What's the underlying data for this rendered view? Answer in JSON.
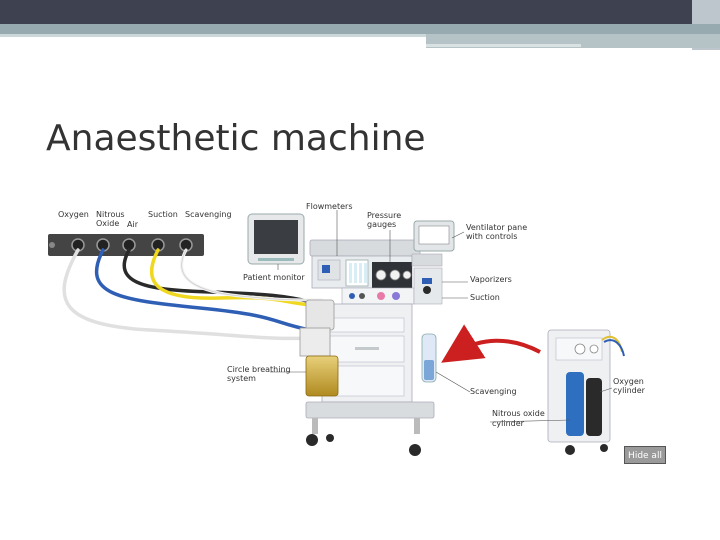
{
  "slide": {
    "title": "Anaesthetic machine"
  },
  "diagram": {
    "labels": {
      "oxygen": "Oxygen",
      "nitrous_oxide_1": "Nitrous",
      "nitrous_oxide_2": "Oxide",
      "air": "Air",
      "suction": "Suction",
      "scavenging": "Scavenging",
      "flowmeters": "Flowmeters",
      "pressure_gauges_1": "Pressure",
      "pressure_gauges_2": "gauges",
      "ventilator_1": "Ventilator pane",
      "ventilator_2": "with controls",
      "patient_monitor": "Patient monitor",
      "vaporizers": "Vaporizers",
      "suction_right": "Suction",
      "circle_1": "Circle breathing",
      "circle_2": "system",
      "scavenging_right": "Scavenging",
      "nitrous_cyl_1": "Nitrous oxide",
      "nitrous_cyl_2": "cylinder",
      "oxygen_cyl_1": "Oxygen",
      "oxygen_cyl_2": "cylinder"
    },
    "hide_all_label": "Hide all",
    "colors": {
      "oxygen_hose": "#e0e0e0",
      "nitrous_hose": "#2f5fb5",
      "air_hose": "#2a2a2a",
      "suction_hose": "#f0d820",
      "scavenging_hose": "#f2f2f2",
      "arrow": "#cc1f1f",
      "oxygen_cylinder": "#2a2a2a",
      "nitrous_cylinder": "#2f6fc0"
    }
  }
}
